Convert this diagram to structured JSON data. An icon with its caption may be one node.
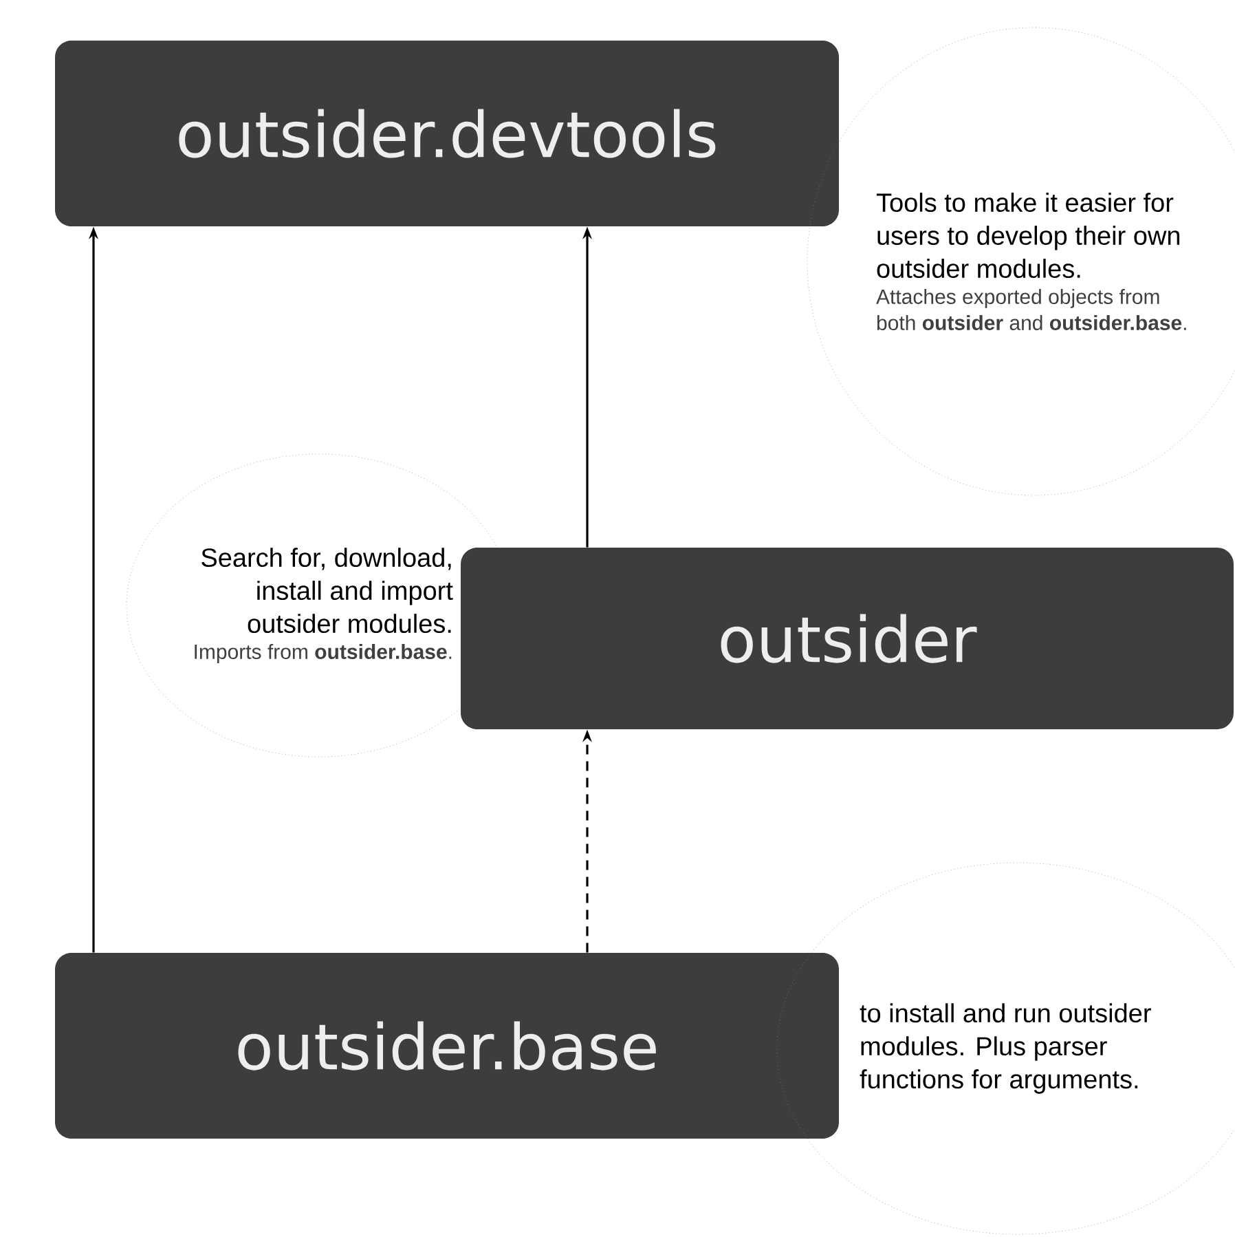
{
  "diagram": {
    "nodes": [
      {
        "text": [
          "outsider.devtools"
        ]
      },
      {
        "text": [
          "Tools to make it easier for users to develop their own outsider modules.",
          "Attaches exported objects from both **outsider** and **outsider.base**."
        ]
      },
      {
        "text": [
          "Search for, download, install and import outsider modules.",
          "Imports from **outsider.base**."
        ]
      },
      {
        "text": [
          "outsider"
        ]
      },
      {
        "text": [
          "outsider.base"
        ]
      },
      {
        "text": [
          "to install and run outsider modules. Plus parser functions for arguments."
        ]
      }
    ],
    "edges": [
      {
        "from": 4,
        "to": 0,
        "arrow": "to"
      },
      {
        "from": 3,
        "to": 0,
        "arrow": "to"
      },
      {
        "from": 4,
        "to": 3,
        "arrow": "to",
        "style": "dashed"
      }
    ]
  }
}
